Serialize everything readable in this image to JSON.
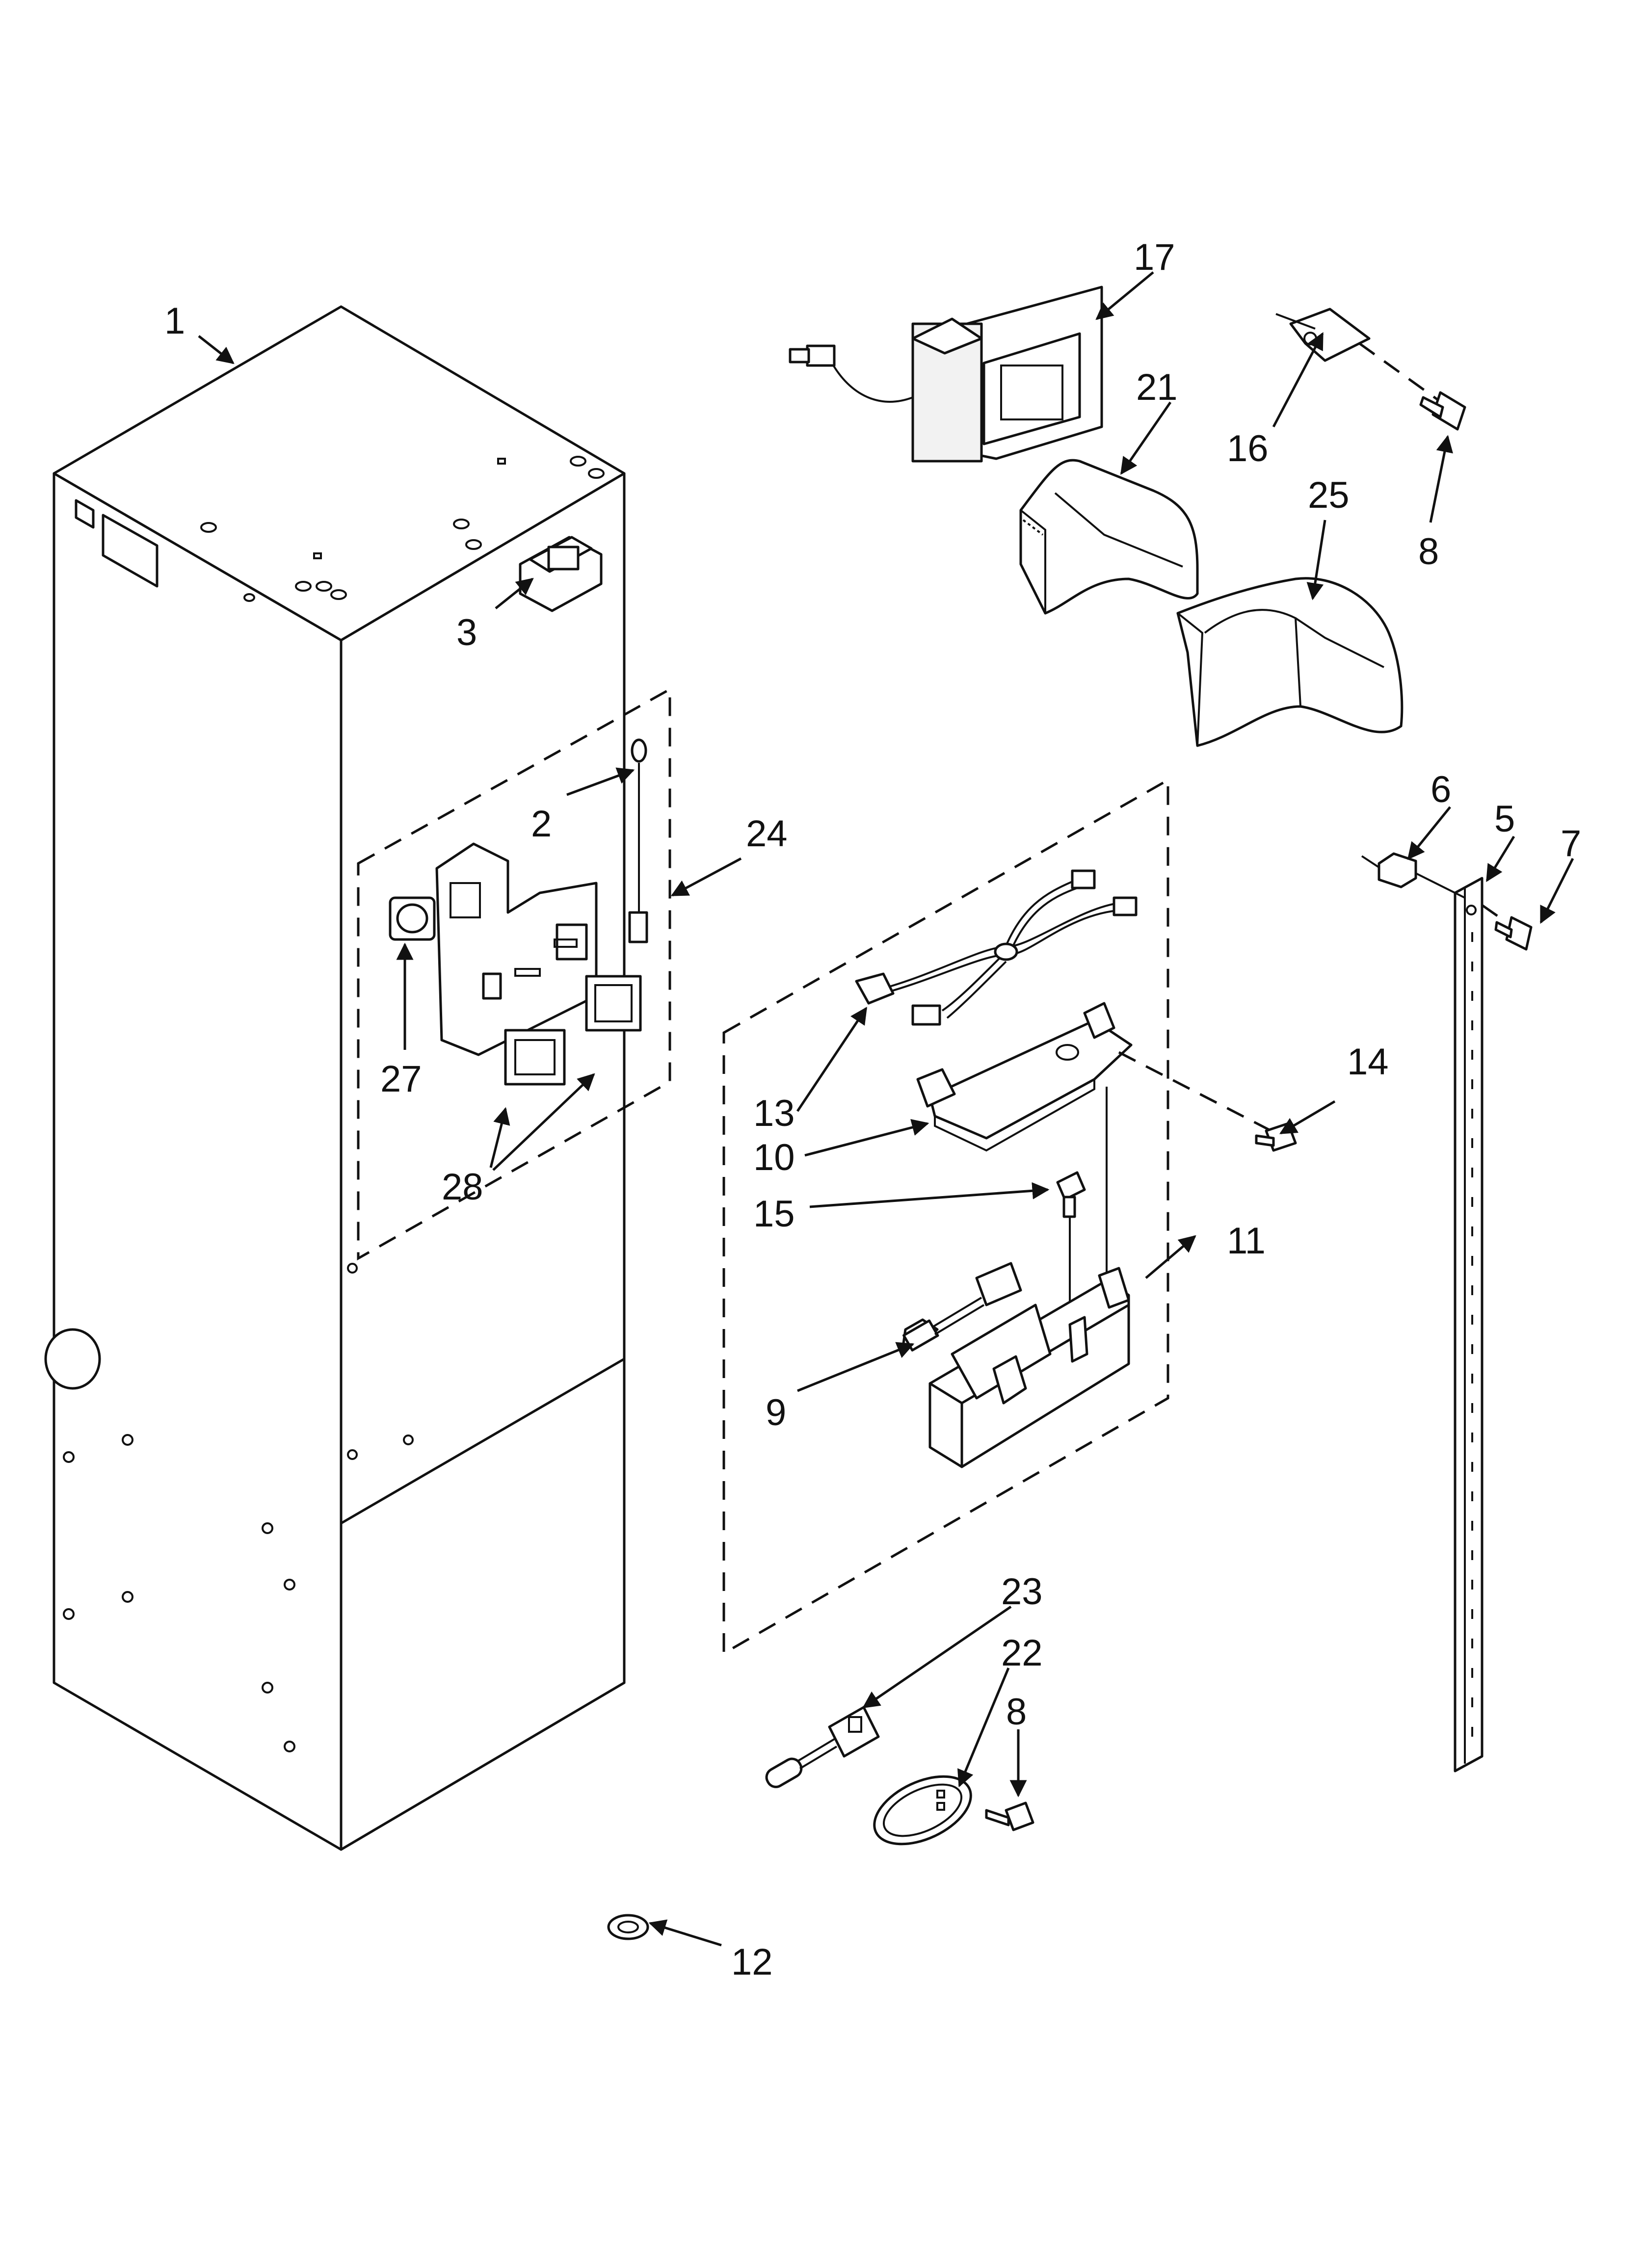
{
  "callouts": {
    "c1": "1",
    "c2": "2",
    "c3": "3",
    "c5": "5",
    "c6": "6",
    "c7": "7",
    "c8a": "8",
    "c8b": "8",
    "c9": "9",
    "c10": "10",
    "c11": "11",
    "c12": "12",
    "c13": "13",
    "c14": "14",
    "c15": "15",
    "c16": "16",
    "c17": "17",
    "c21": "21",
    "c22": "22",
    "c23": "23",
    "c24": "24",
    "c25": "25",
    "c27": "27",
    "c28": "28"
  }
}
